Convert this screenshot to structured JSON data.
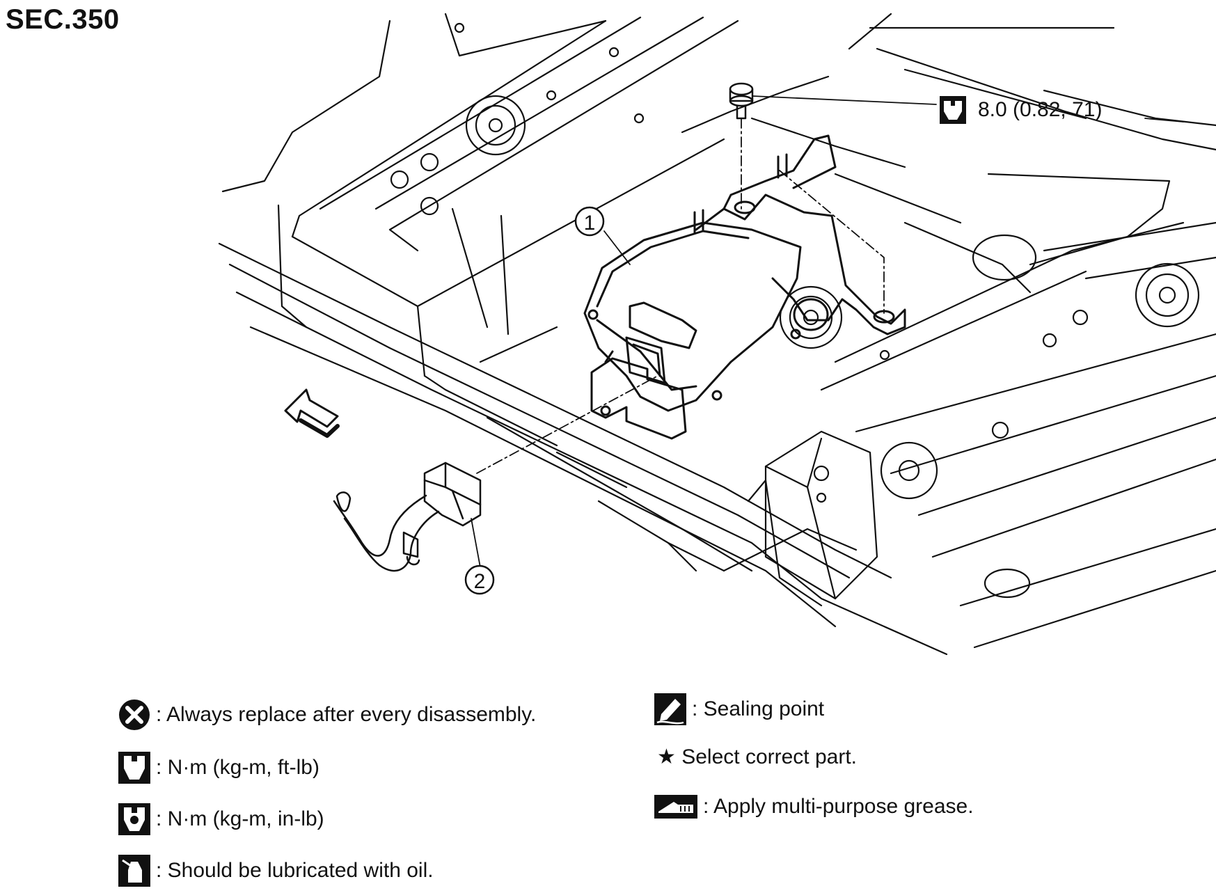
{
  "section": "SEC.350",
  "callouts": {
    "part1": "1",
    "part2": "2",
    "torque": "8.0 (0.82, 71)"
  },
  "legend": {
    "left": [
      {
        "icon": "cross-circle-icon",
        "text": ": Always replace after every disassembly."
      },
      {
        "icon": "torque-ftlb-icon",
        "text": ": N·m (kg-m, ft-lb)"
      },
      {
        "icon": "torque-inlb-icon",
        "text": ": N·m (kg-m, in-lb)"
      },
      {
        "icon": "oil-can-icon",
        "text": ": Should be lubricated with oil."
      }
    ],
    "right": [
      {
        "icon": "sealing-icon",
        "text": ": Sealing point"
      },
      {
        "icon": "star-icon",
        "text": "★ Select correct part."
      },
      {
        "icon": "grease-icon",
        "text": ": Apply multi-purpose grease."
      }
    ]
  }
}
